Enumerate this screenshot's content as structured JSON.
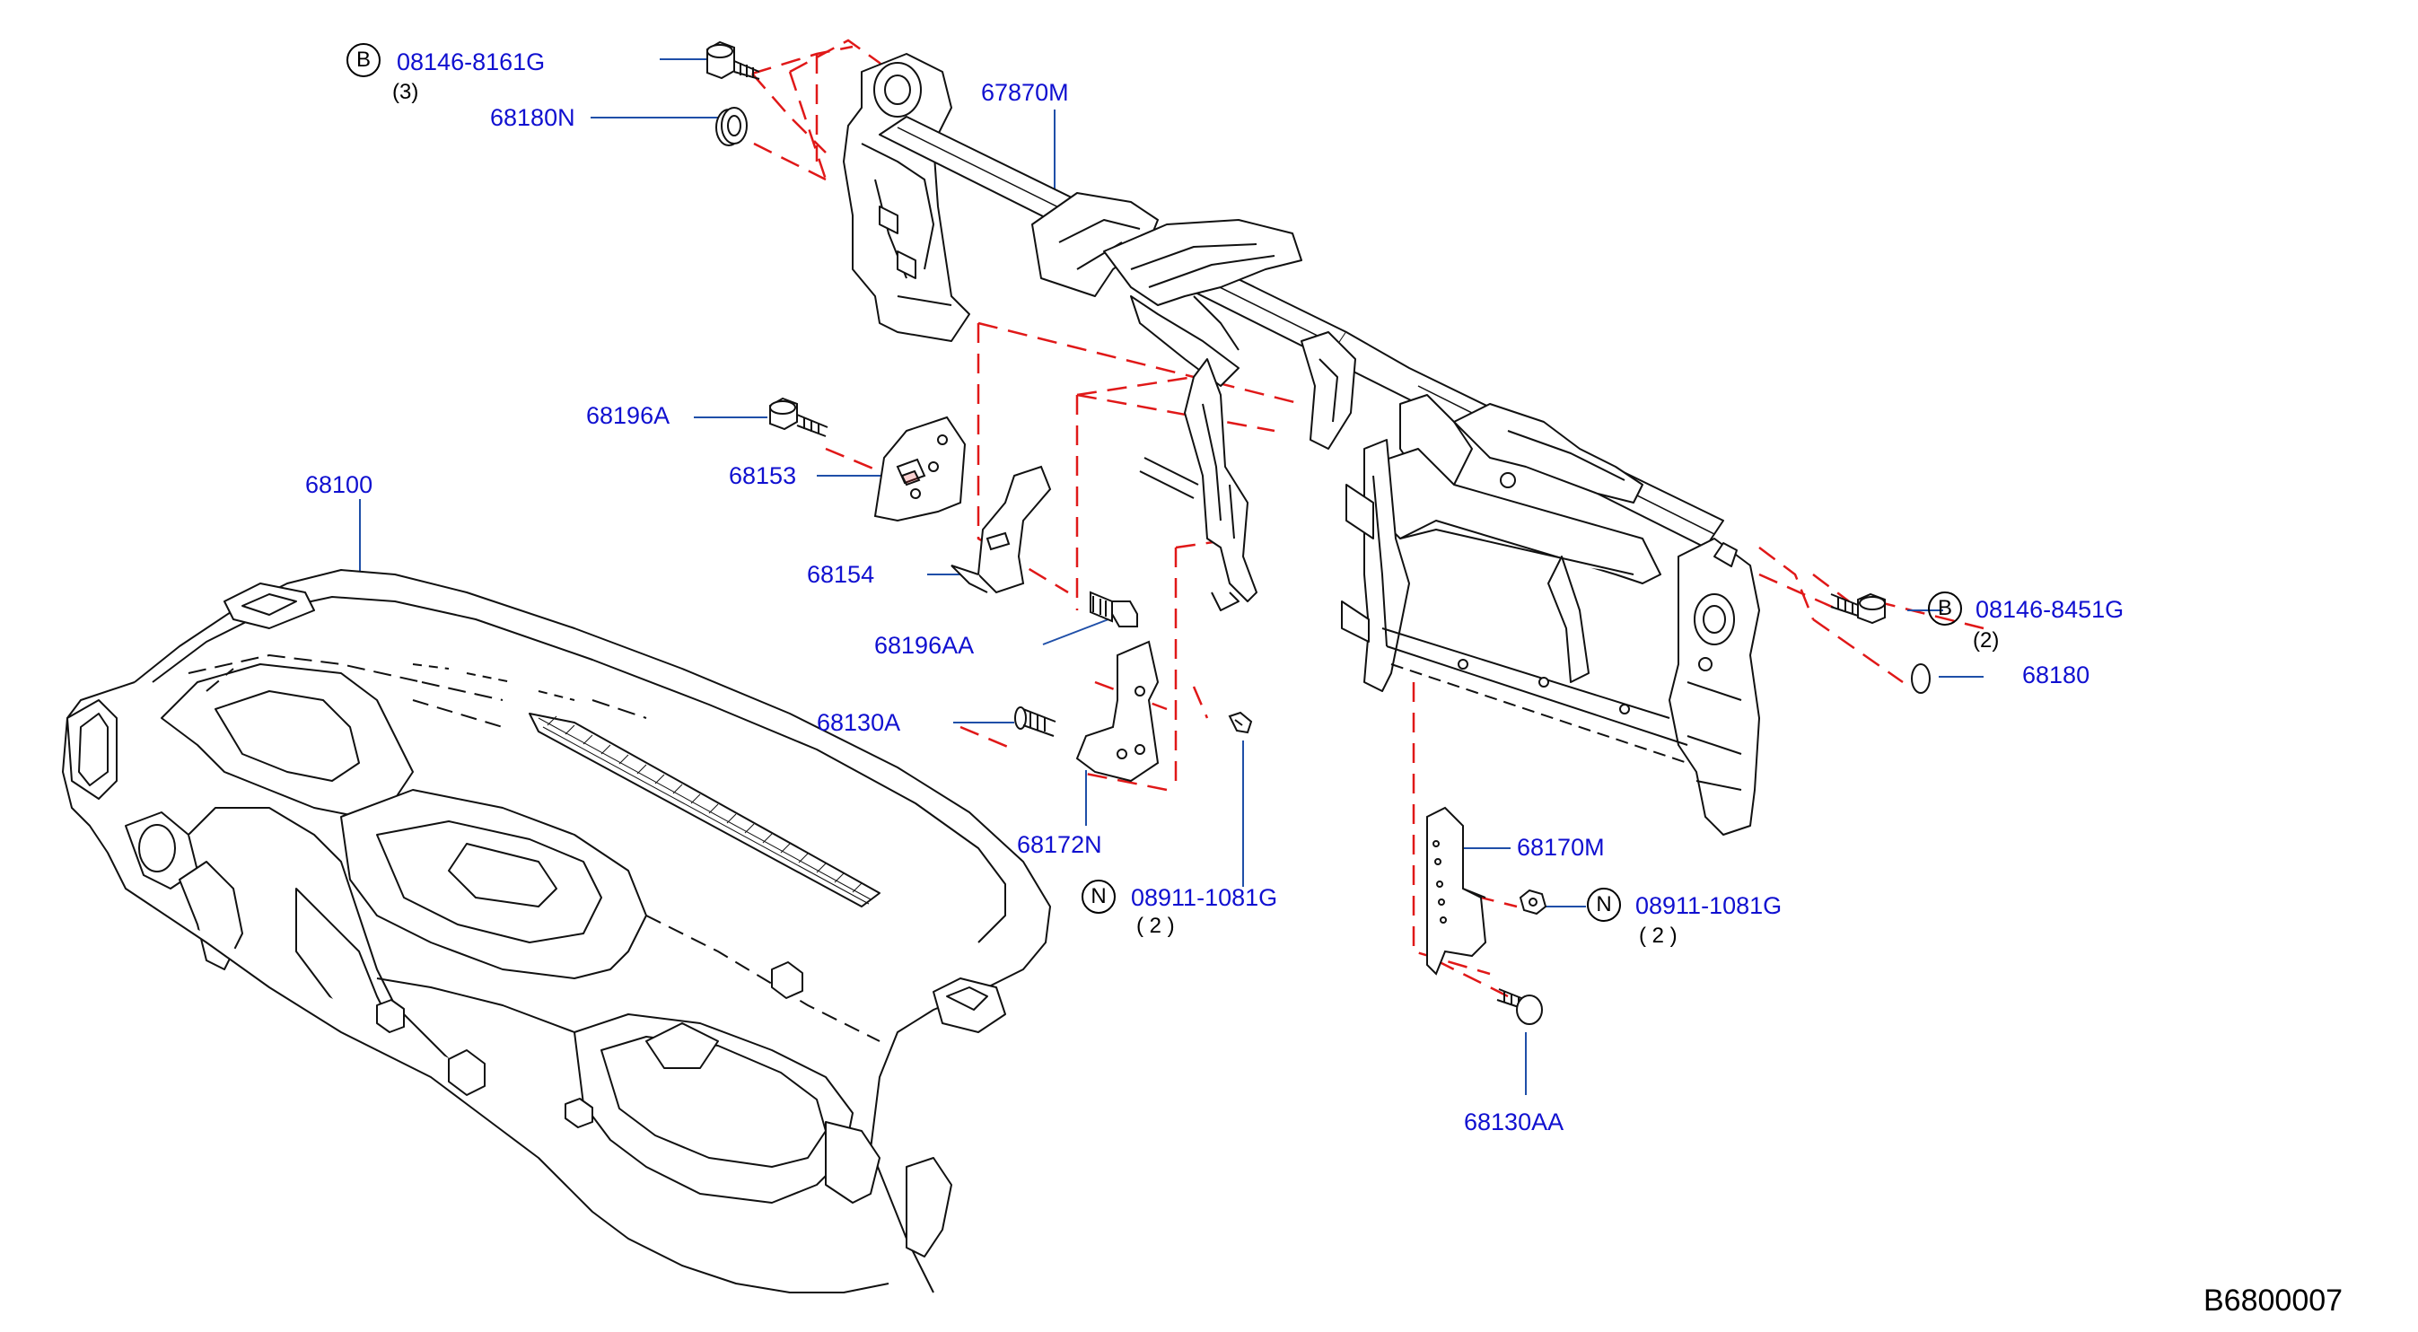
{
  "diagram": {
    "code": "B6800007",
    "symbols": {
      "B": "B",
      "N": "N"
    },
    "parts": {
      "p08146_8161G": {
        "number": "08146-8161G",
        "qty": "(3)"
      },
      "p68180N": {
        "number": "68180N"
      },
      "p67870M": {
        "number": "67870M"
      },
      "p68196A": {
        "number": "68196A"
      },
      "p68153": {
        "number": "68153"
      },
      "p68100": {
        "number": "68100"
      },
      "p68154": {
        "number": "68154"
      },
      "p68196AA": {
        "number": "68196AA"
      },
      "p68130A": {
        "number": "68130A"
      },
      "p68172N": {
        "number": "68172N"
      },
      "p08911_1081G_a": {
        "number": "08911-1081G",
        "qty": "( 2 )"
      },
      "p68170M": {
        "number": "68170M"
      },
      "p08911_1081G_b": {
        "number": "08911-1081G",
        "qty": "( 2 )"
      },
      "p68130AA": {
        "number": "68130AA"
      },
      "p08146_8451G": {
        "number": "08146-8451G",
        "qty": "(2)"
      },
      "p68180": {
        "number": "68180"
      }
    },
    "colors": {
      "label": "#1010d0",
      "leader": "#1f4fa8",
      "dash": "#e01818",
      "line": "#111111"
    }
  }
}
